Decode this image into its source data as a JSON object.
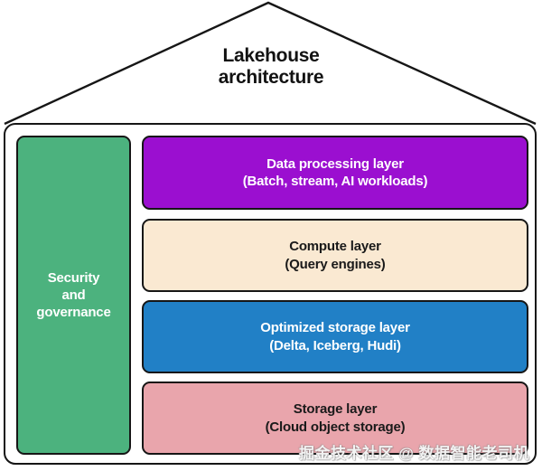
{
  "title": {
    "line1": "Lakehouse",
    "line2": "architecture"
  },
  "security_box": {
    "lines": [
      "Security",
      "and",
      "governance"
    ],
    "color": "#4CB27E",
    "text_color": "#FFFFFF"
  },
  "layers": [
    {
      "name": "Data processing layer",
      "subtitle": "(Batch, stream, AI workloads)",
      "color": "#9B0FD0",
      "text_color": "#FFFFFF"
    },
    {
      "name": "Compute layer",
      "subtitle": "(Query engines)",
      "color": "#FAE9D2",
      "text_color": "#1A1A1A"
    },
    {
      "name": "Optimized storage layer",
      "subtitle": "(Delta, Iceberg, Hudi)",
      "color": "#2180C6",
      "text_color": "#FFFFFF"
    },
    {
      "name": "Storage layer",
      "subtitle": "(Cloud object storage)",
      "color": "#E9A5AC",
      "text_color": "#1A1A1A"
    }
  ],
  "colors": {
    "outline": "#161616",
    "background": "#FFFFFF"
  },
  "watermark": "掘金技术社区 @ 数据智能老司机"
}
